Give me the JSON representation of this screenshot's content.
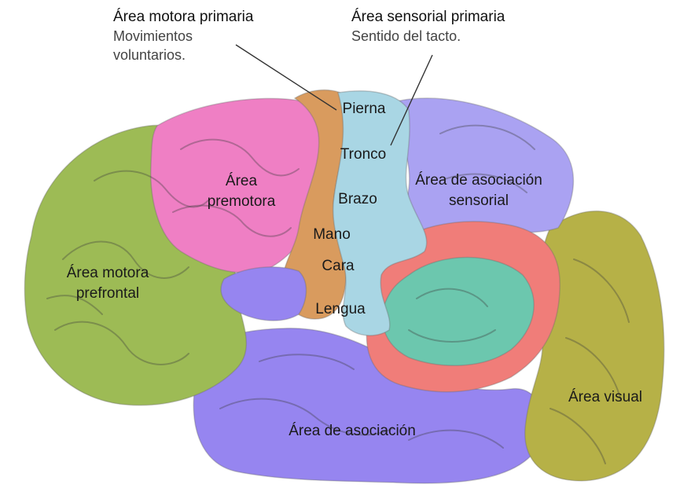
{
  "colors": {
    "prefrontal": "#9dbb55",
    "premotor": "#ef7fc4",
    "motor": "#d99b5e",
    "sensory": "#a9d6e4",
    "assoc_sensory": "#aaa2f2",
    "tan_assoc": "#f07d79",
    "teal": "#6cc7ae",
    "association": "#9685f0",
    "visual": "#b6b147",
    "outline": "#6b6b6b"
  },
  "callouts": {
    "motor": {
      "title": "Área motora primaria",
      "subtitle_line1": "Movimientos",
      "subtitle_line2": "voluntarios."
    },
    "sensory": {
      "title": "Área sensorial primaria",
      "subtitle": "Sentido del tacto."
    }
  },
  "labels": {
    "pierna": "Pierna",
    "tronco": "Tronco",
    "brazo": "Brazo",
    "mano": "Mano",
    "cara": "Cara",
    "lengua": "Lengua",
    "premotora_1": "Área",
    "premotora_2": "premotora",
    "asoc_sens_1": "Área de asociación",
    "asoc_sens_2": "sensorial",
    "prefrontal_1": "Área motora",
    "prefrontal_2": "prefrontal",
    "visual": "Área visual",
    "asociacion": "Área de asociación"
  }
}
